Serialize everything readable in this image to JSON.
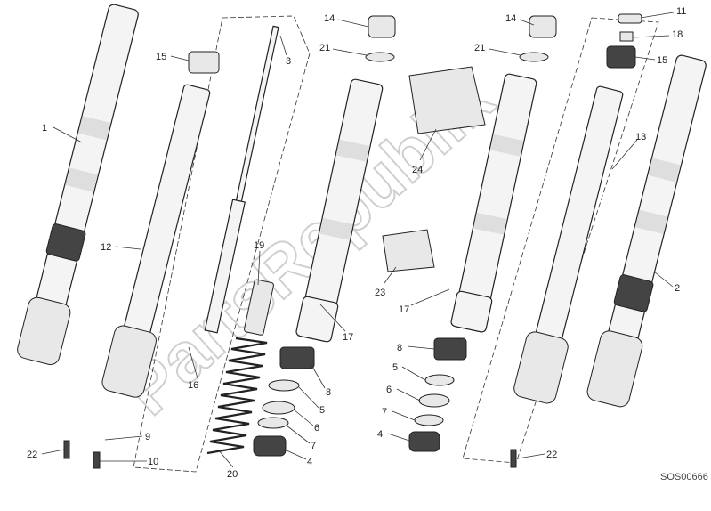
{
  "diagram": {
    "drawing_code": "SOS00666",
    "watermark": "PartsRepublik",
    "callouts": [
      {
        "label": "1"
      },
      {
        "label": "12"
      },
      {
        "label": "15"
      },
      {
        "label": "3"
      },
      {
        "label": "19"
      },
      {
        "label": "16"
      },
      {
        "label": "20"
      },
      {
        "label": "9"
      },
      {
        "label": "10"
      },
      {
        "label": "22"
      },
      {
        "label": "14"
      },
      {
        "label": "21"
      },
      {
        "label": "17"
      },
      {
        "label": "8"
      },
      {
        "label": "5"
      },
      {
        "label": "6"
      },
      {
        "label": "7"
      },
      {
        "label": "4"
      },
      {
        "label": "24"
      },
      {
        "label": "23"
      },
      {
        "label": "14"
      },
      {
        "label": "21"
      },
      {
        "label": "17"
      },
      {
        "label": "8"
      },
      {
        "label": "5"
      },
      {
        "label": "6"
      },
      {
        "label": "7"
      },
      {
        "label": "4"
      },
      {
        "label": "11"
      },
      {
        "label": "18"
      },
      {
        "label": "15"
      },
      {
        "label": "13"
      },
      {
        "label": "2"
      },
      {
        "label": "22"
      }
    ]
  }
}
